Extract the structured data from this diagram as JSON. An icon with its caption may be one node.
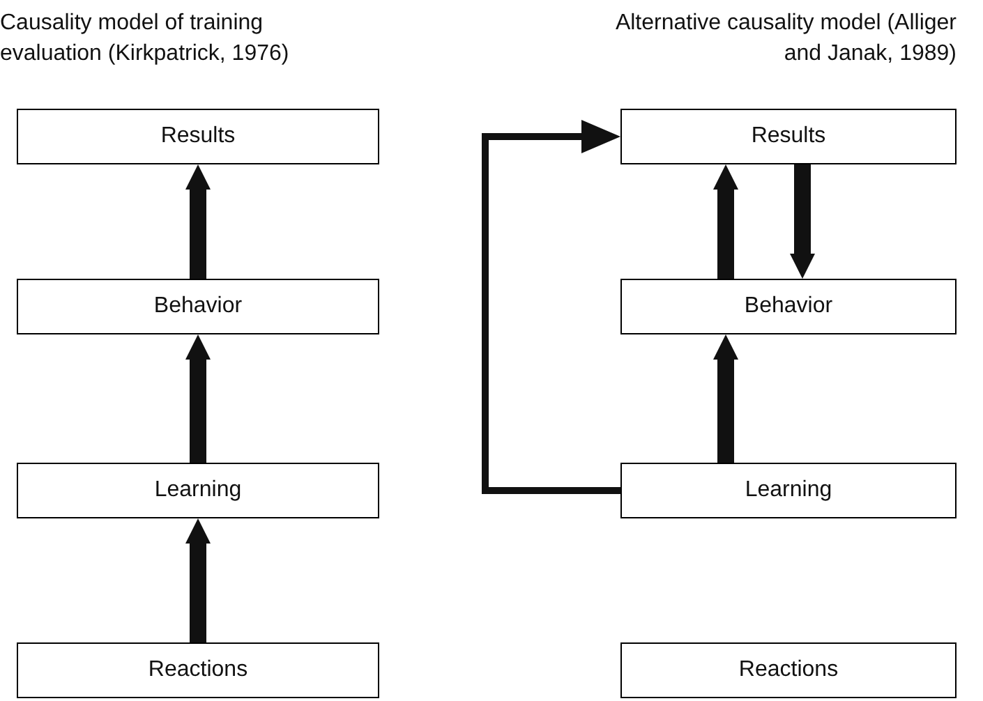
{
  "diagram": {
    "nodes": [
      {
        "text": [
          "Results"
        ]
      },
      {
        "text": [
          "Behavior"
        ]
      },
      {
        "text": [
          "Learning"
        ]
      },
      {
        "text": [
          "Reactions"
        ]
      },
      {
        "text": [
          "Results"
        ]
      },
      {
        "text": [
          "Behavior"
        ]
      },
      {
        "text": [
          "Learning"
        ]
      },
      {
        "text": [
          "Reactions"
        ]
      }
    ],
    "edges": [
      {
        "from": 1,
        "to": 0,
        "arrow": "to"
      },
      {
        "from": 2,
        "to": 1,
        "arrow": "to"
      },
      {
        "from": 3,
        "to": 2,
        "arrow": "to"
      },
      {
        "from": 5,
        "to": 4,
        "arrow": "to"
      },
      {
        "from": 4,
        "to": 5,
        "arrow": "to"
      },
      {
        "from": 6,
        "to": 5,
        "arrow": "to"
      },
      {
        "from": 6,
        "to": 4,
        "arrow": "to"
      }
    ],
    "labels": [
      "Causality model of training evaluation (Kirkpatrick, 1976)",
      "Alternative causality model (Alliger and Janak, 1989)"
    ]
  }
}
